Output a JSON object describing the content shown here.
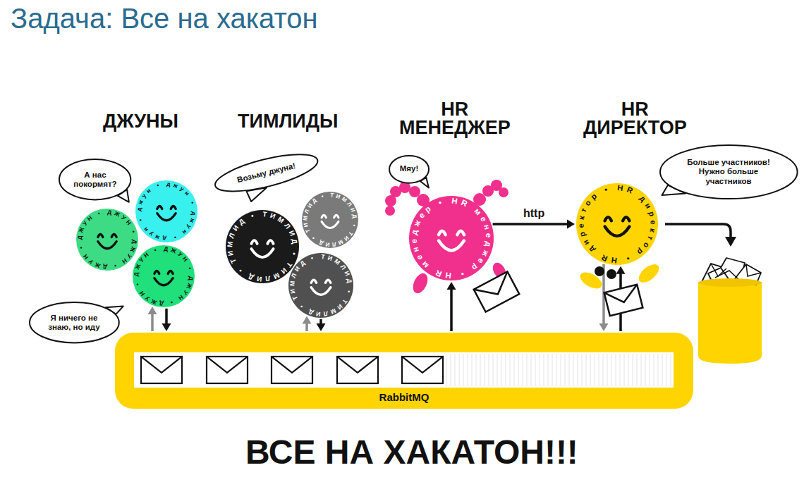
{
  "diagram": {
    "title": "Задача: Все на хакатон",
    "caption": "ВСЕ НА ХАКАТОН!!!",
    "nodes": [
      {
        "text": [
          "А нас покормят?"
        ]
      },
      {
        "text": [
          "Возьму джуна!"
        ]
      },
      {
        "text": [
          "Мяу!"
        ]
      },
      {
        "text": [
          "Больше участников! Нужно больше участников"
        ]
      },
      {
        "text": [
          "джун • джун • джун • джун •"
        ]
      },
      {
        "text": [
          "ДЖУН • ДЖУН • ДЖУН • ДЖУН •"
        ]
      },
      {
        "text": [
          "ДЖУН • ДЖУН • ДЖУН • ДЖУН •"
        ]
      },
      {
        "text": [
          "ТИМЛИД • ТИМЛИД • ТИМЛИД •"
        ]
      },
      {
        "text": [
          "ТИМЛИД • ТИМЛИД • ТИМЛИД •"
        ]
      },
      {
        "text": [
          "ТИМЛИД • ТИМЛИД • ТИМЛИД •"
        ]
      },
      {
        "text": [
          "HR менеджер • HR менеджер •"
        ]
      },
      {
        "text": [
          "HR директор • HR директор •"
        ]
      },
      {
        "text": [
          "Я ничего не знаю, но иду"
        ]
      },
      {
        "text": [
          "RabbitMQ"
        ]
      }
    ],
    "edges": [
      {
        "from": 6,
        "to": 13,
        "arrow": "to"
      },
      {
        "from": 13,
        "to": 6,
        "arrow": "to"
      },
      {
        "from": 9,
        "to": 13,
        "arrow": "to"
      },
      {
        "from": 13,
        "to": 9,
        "arrow": "to"
      },
      {
        "from": 13,
        "to": 10,
        "arrow": "to"
      },
      {
        "from": 10,
        "to": 11,
        "label": "http",
        "arrow": "to"
      },
      {
        "from": 11,
        "to": 13,
        "arrow": "to"
      },
      {
        "from": 13,
        "to": 11,
        "arrow": "to"
      }
    ],
    "labels": [
      "ДЖУНЫ",
      "ТИМЛИДЫ",
      "HR МЕНЕДЖЕР",
      "HR ДИРЕКТОР"
    ]
  }
}
